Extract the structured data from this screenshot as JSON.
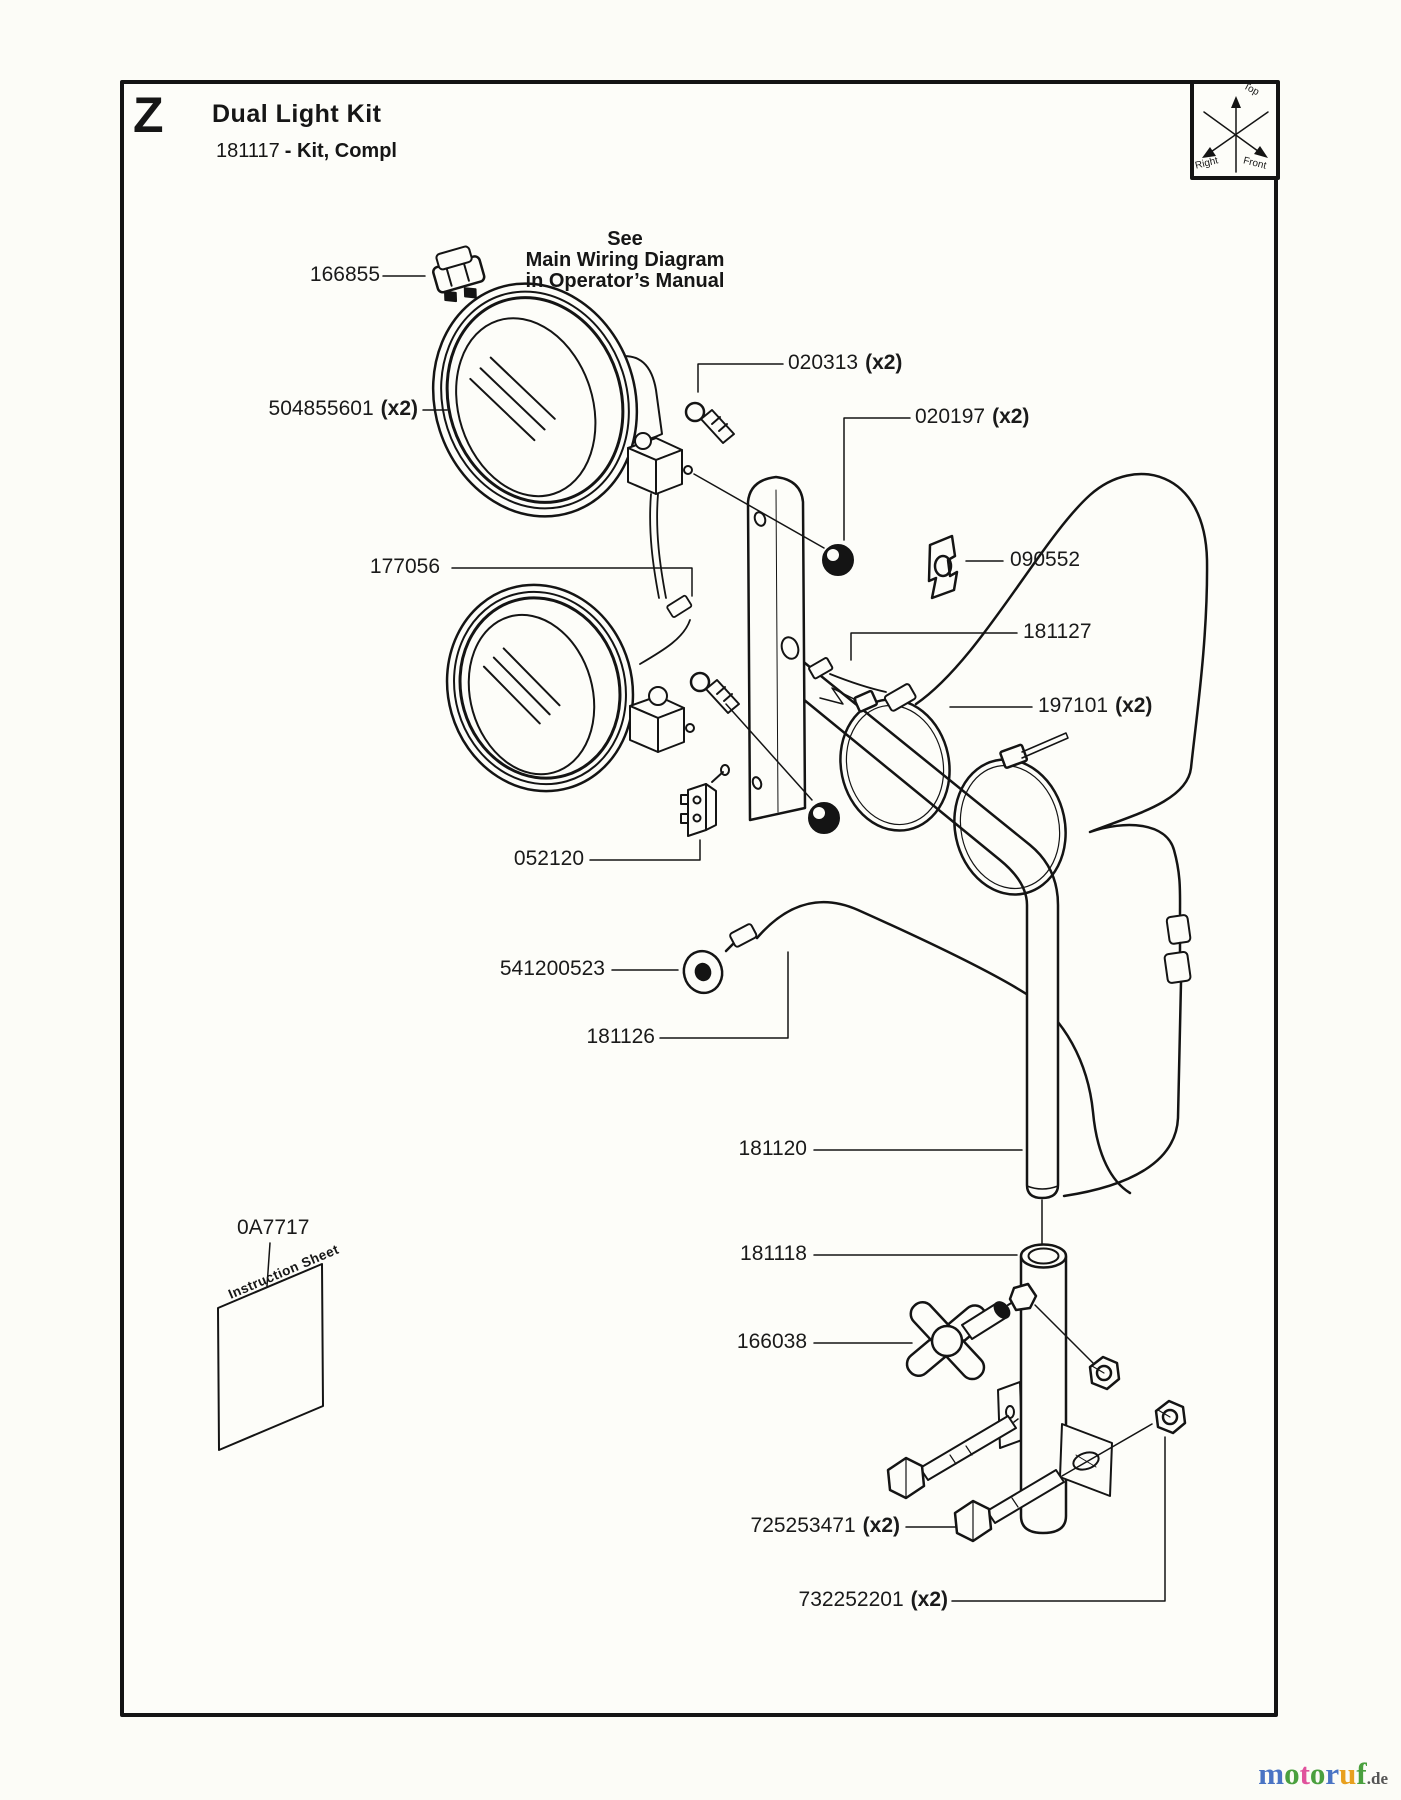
{
  "header": {
    "section_letter": "Z",
    "title": "Dual Light Kit",
    "kit_number": "181117",
    "kit_suffix": "- Kit, Compl"
  },
  "orientation_cube": {
    "top": "Top",
    "right": "Right",
    "front": "Front"
  },
  "note": {
    "line1": "See",
    "line2": "Main Wiring Diagram",
    "line3": "in Operator’s Manual"
  },
  "parts": [
    {
      "number": "166855",
      "qty": ""
    },
    {
      "number": "504855601",
      "qty": "(x2)"
    },
    {
      "number": "020313",
      "qty": "(x2)"
    },
    {
      "number": "020197",
      "qty": "(x2)"
    },
    {
      "number": "090552",
      "qty": ""
    },
    {
      "number": "181127",
      "qty": ""
    },
    {
      "number": "197101",
      "qty": "(x2)"
    },
    {
      "number": "177056",
      "qty": ""
    },
    {
      "number": "052120",
      "qty": ""
    },
    {
      "number": "541200523",
      "qty": ""
    },
    {
      "number": "181126",
      "qty": ""
    },
    {
      "number": "181120",
      "qty": ""
    },
    {
      "number": "181118",
      "qty": ""
    },
    {
      "number": "166038",
      "qty": ""
    },
    {
      "number": "0A7717",
      "qty": ""
    },
    {
      "number": "725253471",
      "qty": "(x2)"
    },
    {
      "number": "732252201",
      "qty": "(x2)"
    }
  ],
  "instruction_sheet": {
    "label": "Instruction Sheet"
  },
  "footer": {
    "logo_letters": [
      {
        "ch": "m",
        "color": "#4a74c4"
      },
      {
        "ch": "o",
        "color": "#4aa03e"
      },
      {
        "ch": "t",
        "color": "#e0529c"
      },
      {
        "ch": "o",
        "color": "#4aa03e"
      },
      {
        "ch": "r",
        "color": "#4a74c4"
      },
      {
        "ch": "u",
        "color": "#e8a01e"
      },
      {
        "ch": "f",
        "color": "#4aa03e"
      }
    ],
    "domain": ".de"
  }
}
